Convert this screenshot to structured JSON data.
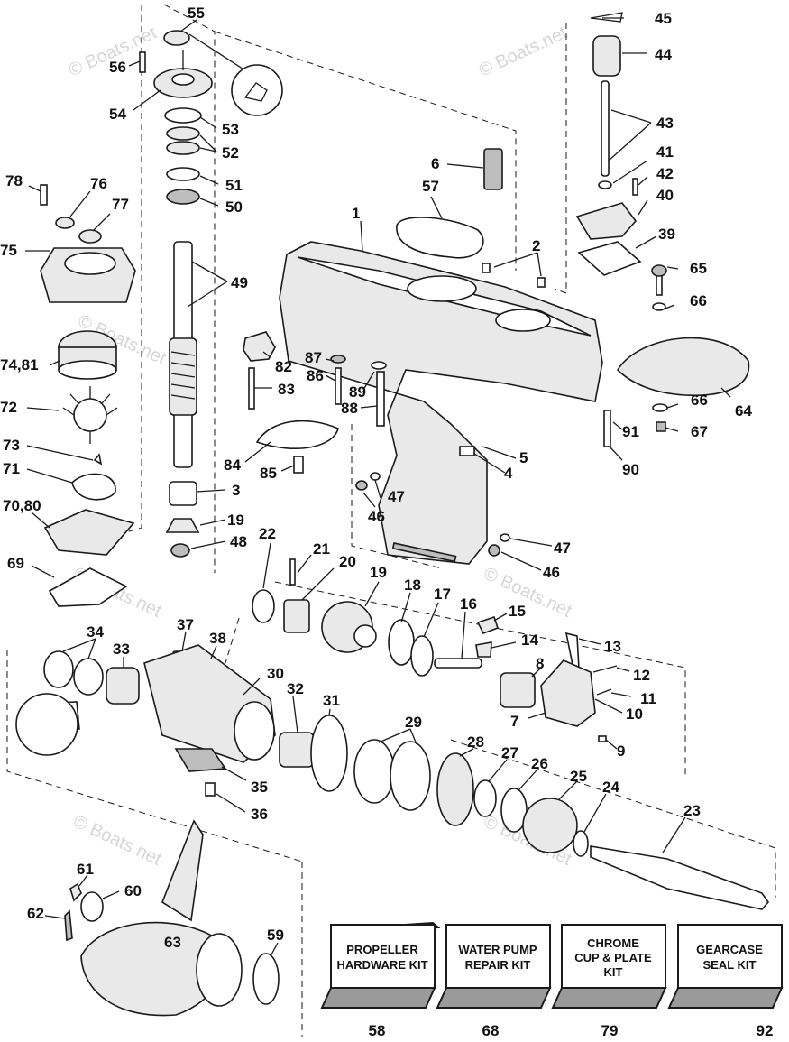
{
  "watermark": "© Boats.net",
  "callouts": {
    "c1": "1",
    "c2": "2",
    "c3": "3",
    "c4": "4",
    "c5": "5",
    "c6": "6",
    "c7": "7",
    "c8": "8",
    "c9": "9",
    "c10": "10",
    "c11": "11",
    "c12": "12",
    "c13": "13",
    "c14": "14",
    "c15": "15",
    "c16": "16",
    "c17": "17",
    "c18": "18",
    "c19a": "19",
    "c19b": "19",
    "c20": "20",
    "c21": "21",
    "c22": "22",
    "c23": "23",
    "c24": "24",
    "c25": "25",
    "c26": "26",
    "c27": "27",
    "c28": "28",
    "c29": "29",
    "c30": "30",
    "c31": "31",
    "c32": "32",
    "c33": "33",
    "c34": "34",
    "c35": "35",
    "c36": "36",
    "c37": "37",
    "c38": "38",
    "c39": "39",
    "c40": "40",
    "c41": "41",
    "c42": "42",
    "c43": "43",
    "c44": "44",
    "c45": "45",
    "c46a": "46",
    "c46b": "46",
    "c47a": "47",
    "c47b": "47",
    "c48": "48",
    "c49": "49",
    "c50": "50",
    "c51": "51",
    "c52": "52",
    "c53": "53",
    "c54": "54",
    "c55": "55",
    "c56": "56",
    "c57": "57",
    "c59": "59",
    "c60": "60",
    "c61": "61",
    "c62": "62",
    "c63": "63",
    "c64": "64",
    "c65": "65",
    "c66a": "66",
    "c66b": "66",
    "c67": "67",
    "c69": "69",
    "c7080": "70,80",
    "c71": "71",
    "c72": "72",
    "c73": "73",
    "c7481": "74,81",
    "c75": "75",
    "c76": "76",
    "c77": "77",
    "c78": "78",
    "c82": "82",
    "c83": "83",
    "c84": "84",
    "c85": "85",
    "c86": "86",
    "c87": "87",
    "c88": "88",
    "c89": "89",
    "c90": "90",
    "c91": "91"
  },
  "kits": [
    {
      "line1": "PROPELLER",
      "line2": "HARDWARE KIT",
      "line3": "",
      "number": "58"
    },
    {
      "line1": "WATER PUMP",
      "line2": "REPAIR KIT",
      "line3": "",
      "number": "68"
    },
    {
      "line1": "CHROME",
      "line2": "CUP & PLATE",
      "line3": "KIT",
      "number": "79"
    },
    {
      "line1": "GEARCASE",
      "line2": "SEAL KIT",
      "line3": "",
      "number": "92"
    }
  ],
  "colors": {
    "line": "#1a1a1a",
    "watermark": "#d6d6d6",
    "kit_side": "#9a9a9a"
  }
}
